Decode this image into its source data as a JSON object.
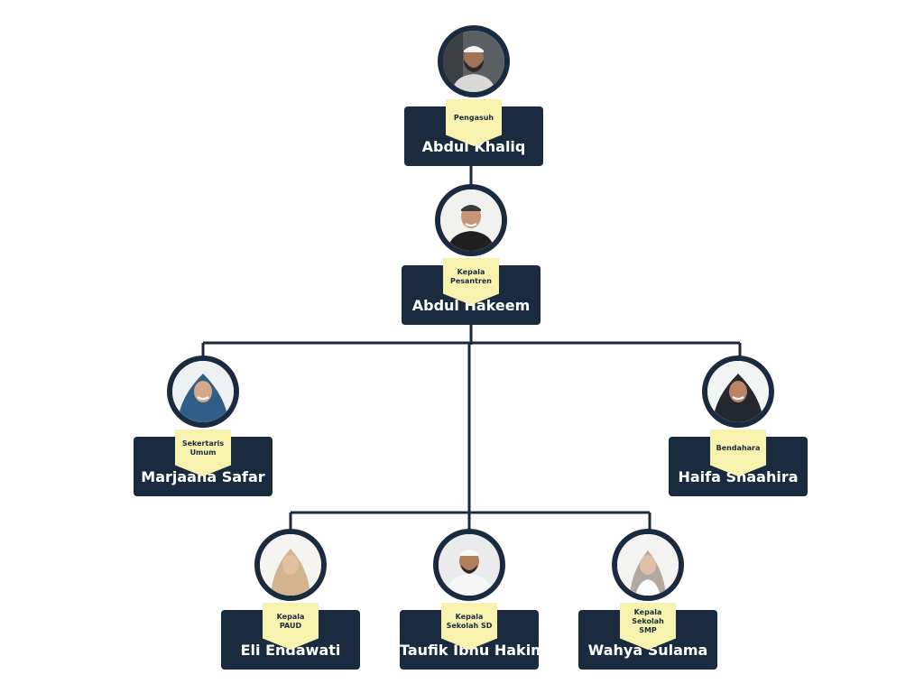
{
  "colors": {
    "card": "#1a2b3f",
    "pennant": "#f7f2ae",
    "line": "#1a2b3f",
    "background": "#ffffff"
  },
  "nodes": [
    {
      "id": "abdul-khaliq",
      "role": "Pengasuh",
      "name": "Abdul Khaliq",
      "avatar": "man-with-cap-and-beard"
    },
    {
      "id": "abdul-hakeem",
      "role": "Kepala\nPesantren",
      "name": "Abdul Hakeem",
      "avatar": "man-with-cap"
    },
    {
      "id": "marjaana-safar",
      "role": "Sekertaris\nUmum",
      "name": "Marjaana Safar",
      "avatar": "woman-with-blue-hijab"
    },
    {
      "id": "haifa-shaahira",
      "role": "Bendahara",
      "name": "Haifa Shaahira",
      "avatar": "woman-with-dark-hijab"
    },
    {
      "id": "eli-endawati",
      "role": "Kepala\nPAUD",
      "name": "Eli Endawati",
      "avatar": "woman-with-tan-hijab"
    },
    {
      "id": "taufik-ibnu-hakim",
      "role": "Kepala\nSekolah SD",
      "name": "Taufik Ibnu Hakim",
      "avatar": "man-with-cap-white-shirt"
    },
    {
      "id": "wahya-sulama",
      "role": "Kepala\nSekolah\nSMP",
      "name": "Wahya Sulama",
      "avatar": "woman-with-grey-hijab"
    }
  ]
}
